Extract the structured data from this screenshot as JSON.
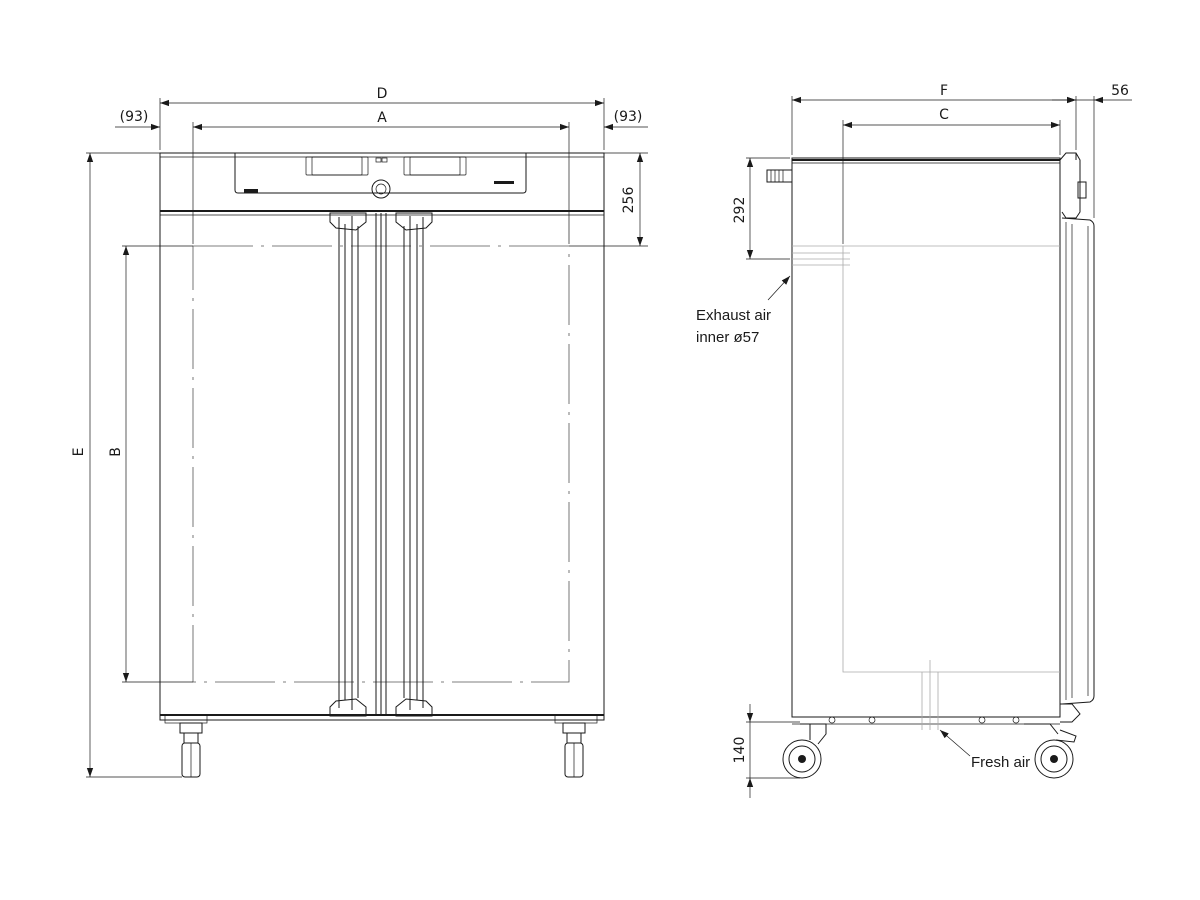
{
  "labels": {
    "D": "D",
    "A": "A",
    "left_offset": "(93)",
    "right_offset": "(93)",
    "height_256": "256",
    "E": "E",
    "B": "B",
    "F": "F",
    "C": "C",
    "depth_56": "56",
    "height_292": "292",
    "height_140": "140",
    "exhaust_line1": "Exhaust air",
    "exhaust_line2": "inner ø57",
    "fresh_air": "Fresh air"
  }
}
